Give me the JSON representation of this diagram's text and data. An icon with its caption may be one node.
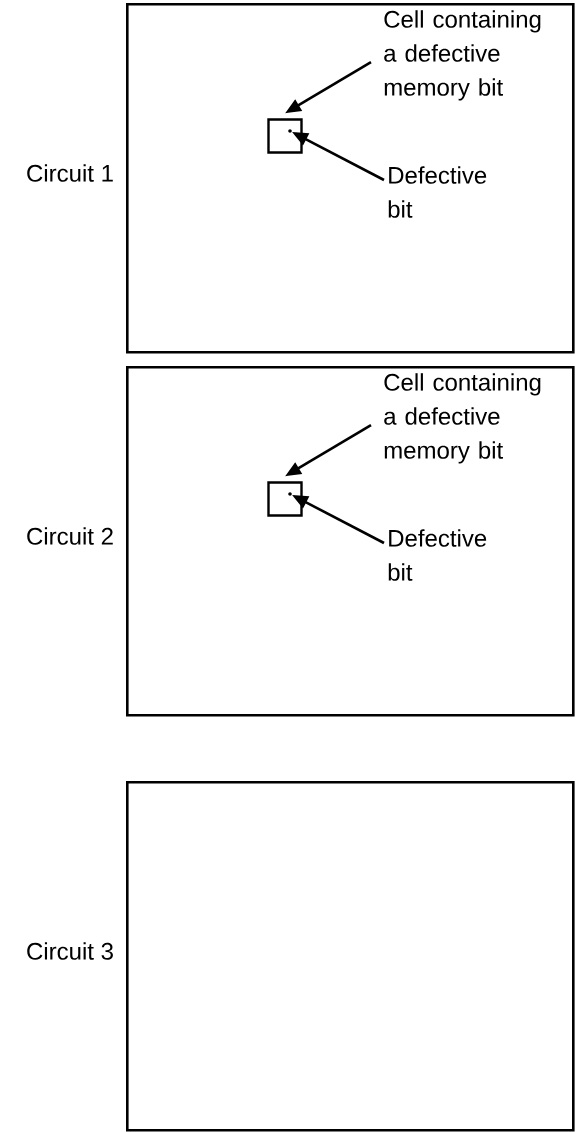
{
  "diagram": {
    "nodes": [
      {
        "text": [
          "Circuit 1"
        ]
      },
      {
        "text": [],
        "shape": "box",
        "in": 0
      },
      {
        "text": [],
        "shape": "circle",
        "in": 1
      },
      {
        "text": [
          "Cell containing a defective memory bit"
        ],
        "in": 0
      },
      {
        "text": [
          "Defective bit"
        ],
        "in": 0
      },
      {
        "text": [
          "Circuit 2"
        ]
      },
      {
        "text": [],
        "shape": "box",
        "in": 5
      },
      {
        "text": [],
        "shape": "circle",
        "in": 6
      },
      {
        "text": [
          "Cell containing a defective memory bit"
        ],
        "in": 5
      },
      {
        "text": [
          "Defective bit"
        ],
        "in": 5
      },
      {
        "text": [
          "Circuit 3"
        ]
      }
    ],
    "edges": [
      {
        "from": 3,
        "to": 1,
        "arrow": "to"
      },
      {
        "from": 4,
        "to": 2,
        "arrow": "to"
      },
      {
        "from": 8,
        "to": 6,
        "arrow": "to"
      },
      {
        "from": 9,
        "to": 7,
        "arrow": "to"
      }
    ]
  }
}
